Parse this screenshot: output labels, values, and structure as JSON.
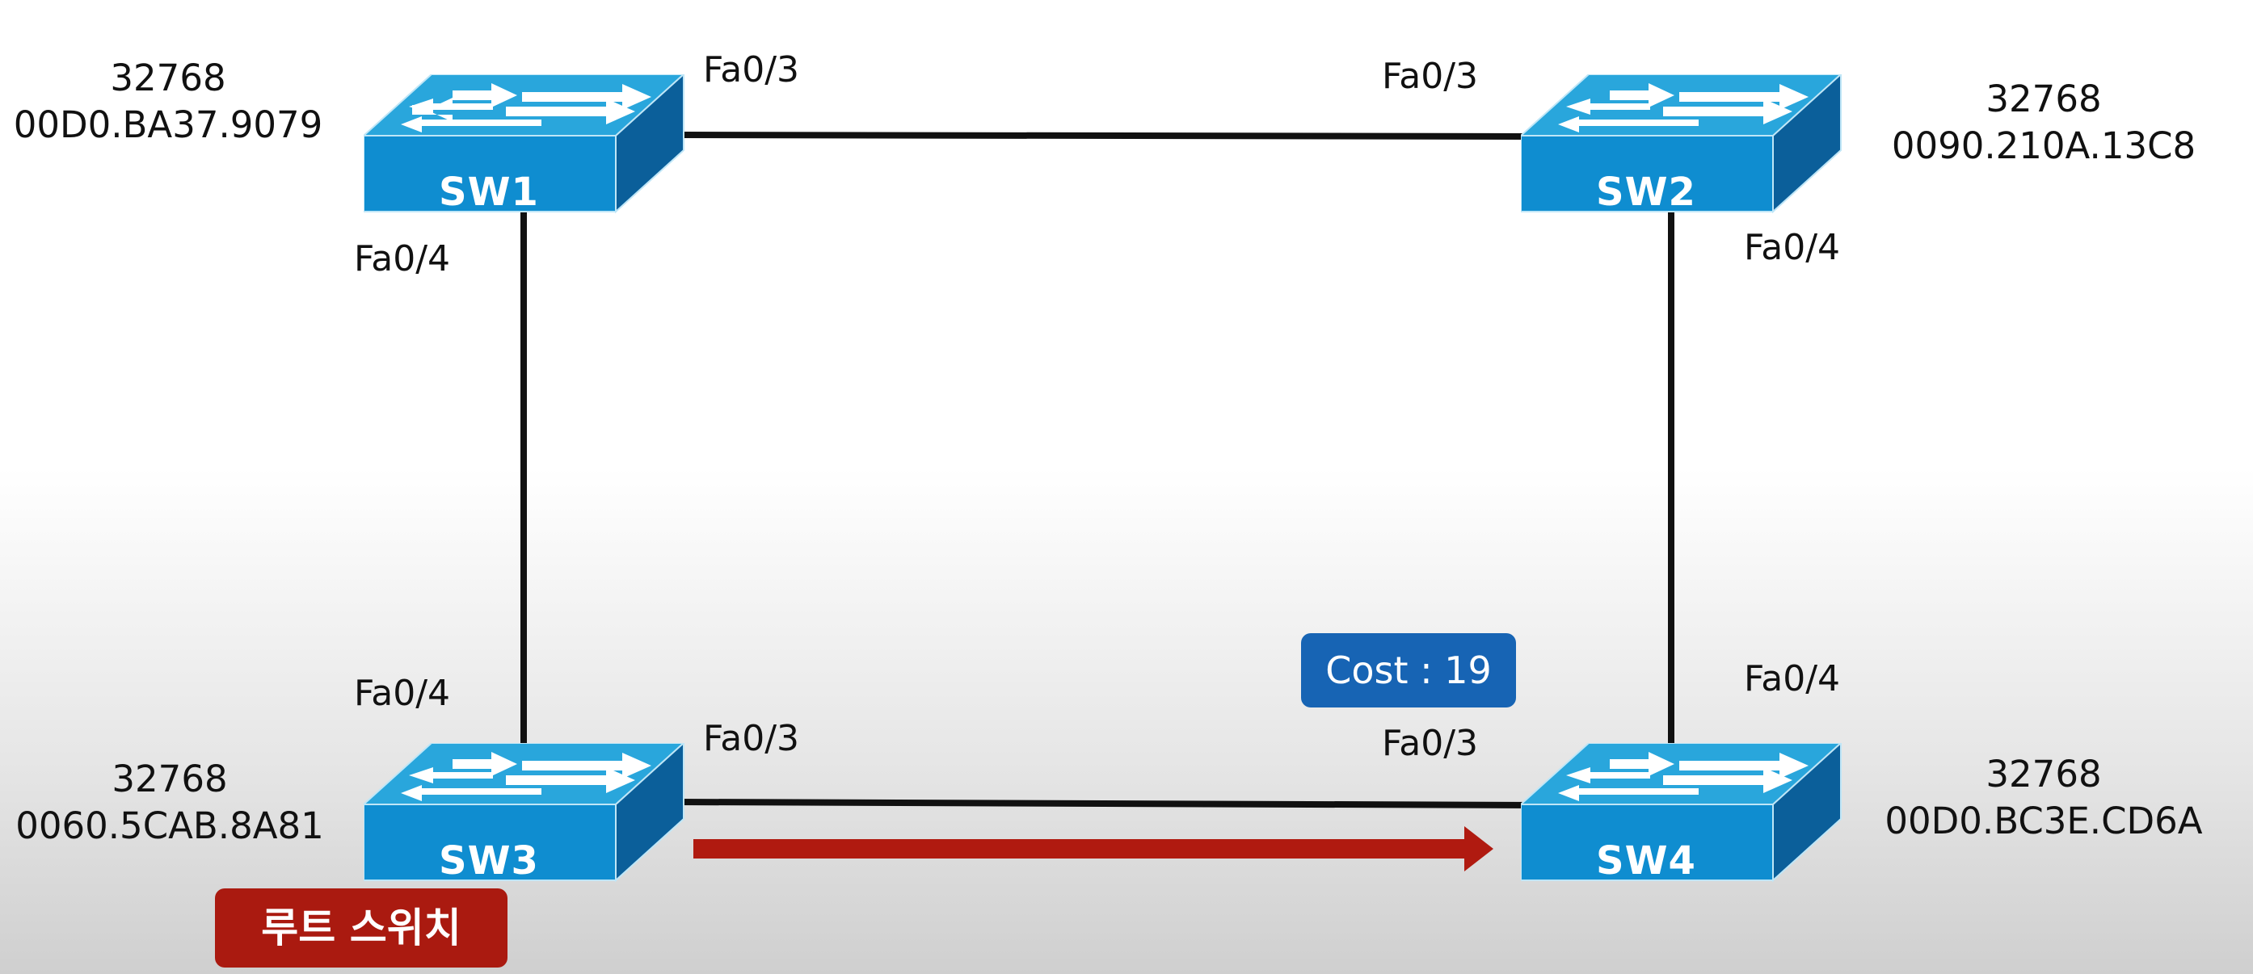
{
  "switches": {
    "sw1": {
      "name": "SW1",
      "priority": "32768",
      "mac": "00D0.BA37.9079"
    },
    "sw2": {
      "name": "SW2",
      "priority": "32768",
      "mac": "0090.210A.13C8"
    },
    "sw3": {
      "name": "SW3",
      "priority": "32768",
      "mac": "0060.5CAB.8A81"
    },
    "sw4": {
      "name": "SW4",
      "priority": "32768",
      "mac": "00D0.BC3E.CD6A"
    }
  },
  "ports": {
    "sw1_right": "Fa0/3",
    "sw1_bottom": "Fa0/4",
    "sw2_left": "Fa0/3",
    "sw2_bottom": "Fa0/4",
    "sw3_top": "Fa0/4",
    "sw3_right": "Fa0/3",
    "sw4_left": "Fa0/3",
    "sw4_top": "Fa0/4"
  },
  "cost_badge": "Cost : 19",
  "root_badge": "루트 스위치",
  "colors": {
    "switch_front": "#0f8dd0",
    "switch_top": "#29a6dc",
    "switch_side": "#0b5f9a",
    "link": "#111111",
    "arrow": "#b01a10",
    "cost_badge": "#1764b4",
    "root_badge": "#aa1a10"
  },
  "icons": [
    "switch-icon",
    "arrow-right-icon"
  ]
}
